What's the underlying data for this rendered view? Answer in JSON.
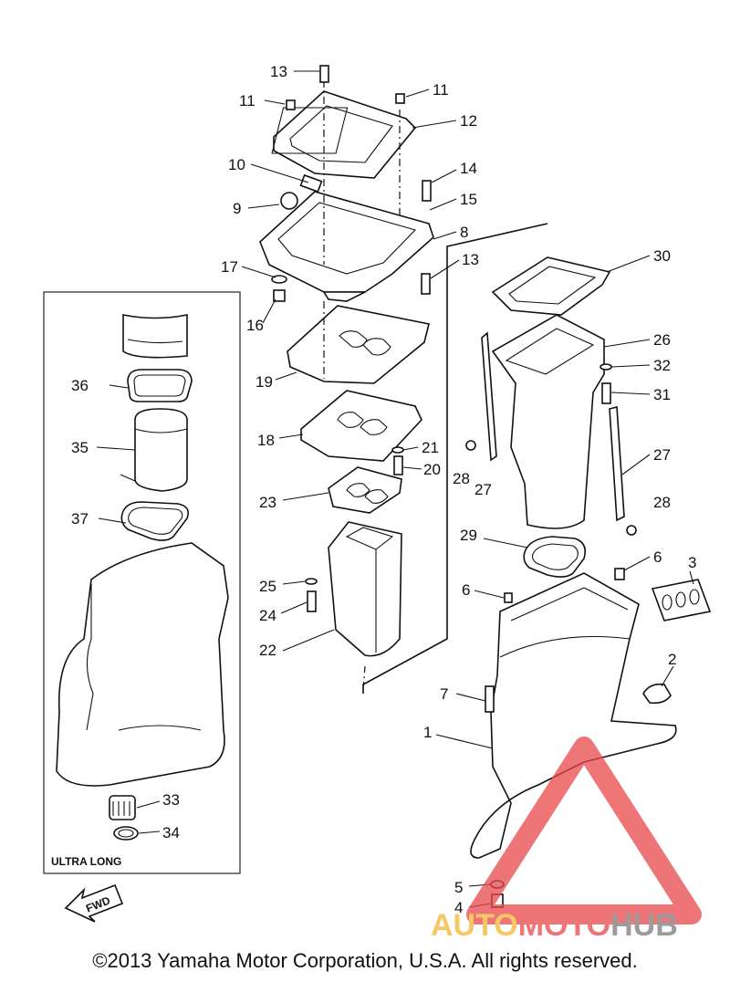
{
  "diagram": {
    "callouts": [
      "13",
      "11",
      "11",
      "12",
      "10",
      "14",
      "9",
      "15",
      "8",
      "13",
      "17",
      "16",
      "30",
      "26",
      "32",
      "31",
      "19",
      "18",
      "21",
      "20",
      "28",
      "27",
      "27",
      "23",
      "28",
      "29",
      "6",
      "3",
      "25",
      "6",
      "24",
      "22",
      "7",
      "2",
      "1",
      "5",
      "4",
      "36",
      "35",
      "37",
      "33",
      "34"
    ],
    "inset_label": "ULTRA LONG",
    "fwd_label": "FWD"
  },
  "watermark": {
    "text_auto": "AUTO",
    "text_moto": "MOTO",
    "text_hub": "HUB",
    "color_red": "#e8484a",
    "color_orange": "#f2b632",
    "color_grey": "#7a7a7a"
  },
  "footer": {
    "copyright": "©2013 Yamaha Motor Corporation, U.S.A. All rights reserved."
  }
}
